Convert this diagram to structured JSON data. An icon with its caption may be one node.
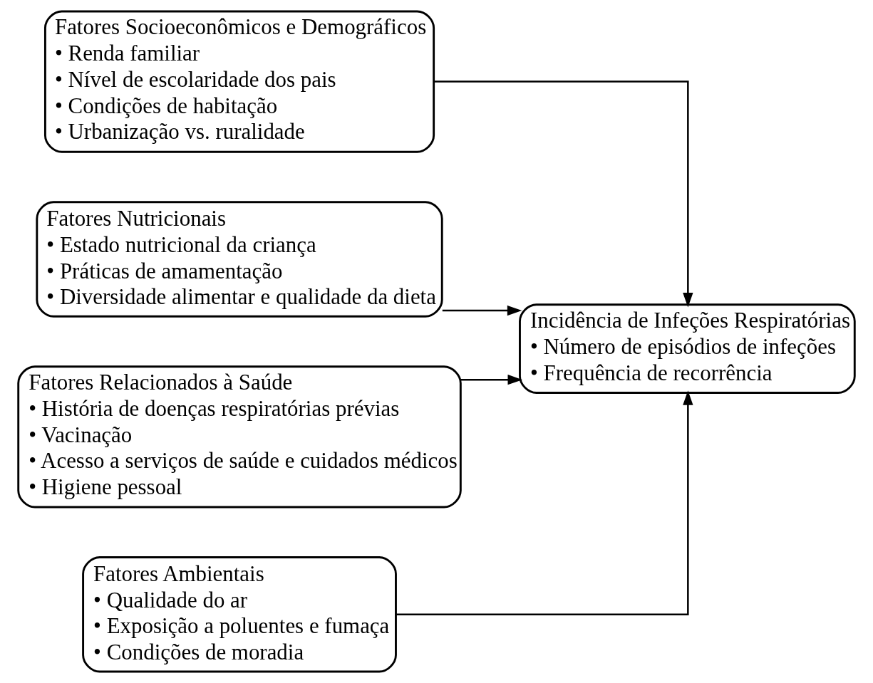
{
  "diagram": {
    "nodes": [
      {
        "text": [
          "Fatores Socioeconômicos e Demográficos",
          "• Renda familiar",
          "• Nível de escolaridade dos pais",
          "• Condições de habitação",
          "• Urbanização vs. ruralidade"
        ]
      },
      {
        "text": [
          "Incidência de Infeções Respiratórias",
          "• Número de episódios de infeções",
          "• Frequência de recorrência"
        ]
      },
      {
        "text": [
          "Fatores Nutricionais",
          "• Estado nutricional da criança",
          "• Práticas de amamentação",
          "• Diversidade alimentar e qualidade da dieta"
        ]
      },
      {
        "text": [
          "Fatores Relacionados à Saúde",
          "• História de doenças respiratórias prévias",
          "• Vacinação",
          "• Acesso a serviços de saúde e cuidados médicos",
          "• Higiene pessoal"
        ]
      },
      {
        "text": [
          "Fatores Ambientais",
          "• Qualidade do ar",
          "• Exposição a poluentes e fumaça",
          "• Condições de moradia"
        ]
      }
    ],
    "edges": [
      {
        "from": 0,
        "to": 1,
        "arrow": "to"
      },
      {
        "from": 2,
        "to": 1,
        "arrow": "to"
      },
      {
        "from": 3,
        "to": 1,
        "arrow": "to"
      },
      {
        "from": 4,
        "to": 1,
        "arrow": "to"
      }
    ]
  }
}
